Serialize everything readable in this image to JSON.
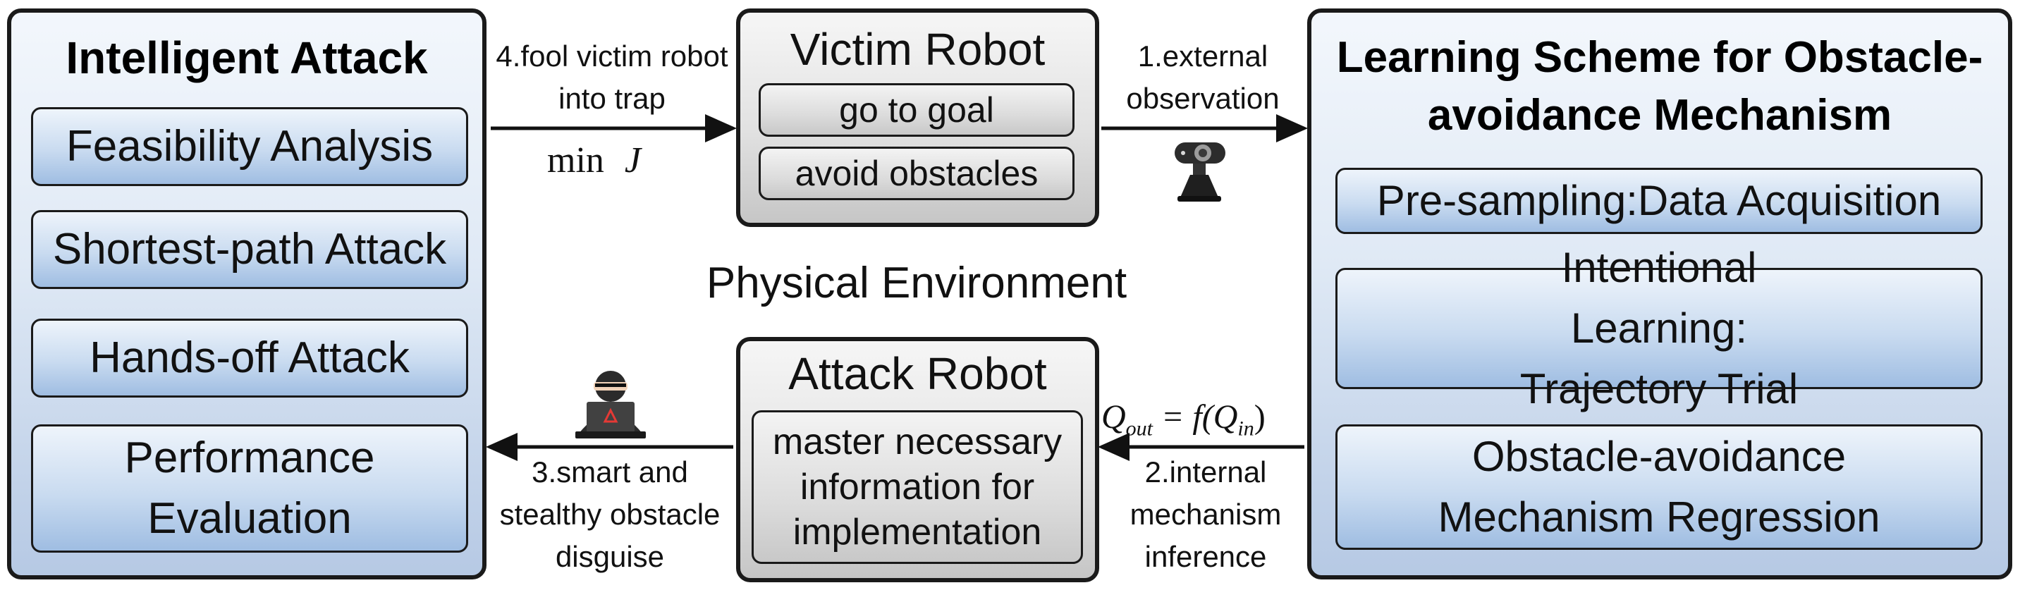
{
  "left_panel": {
    "title": "Intelligent Attack",
    "items": [
      "Feasibility Analysis",
      "Shortest-path Attack",
      "Hands-off Attack",
      "Performance Evaluation"
    ]
  },
  "victim": {
    "title": "Victim Robot",
    "items": [
      "go to goal",
      "avoid obstacles"
    ]
  },
  "environment_label": "Physical Environment",
  "attack_robot": {
    "title": "Attack Robot",
    "item": "master necessary information for implementation"
  },
  "right_panel": {
    "title_line1": "Learning Scheme for Obstacle-",
    "title_line2": "avoidance Mechanism",
    "items": [
      "Pre-sampling:Data Acquisition",
      "Intentional Learning: Trajectory Trial",
      "Obstacle-avoidance Mechanism Regression"
    ]
  },
  "arrows": {
    "a1": "1.external observation",
    "a2": "2.internal mechanism inference",
    "a3": "3.smart and stealthy obstacle disguise",
    "a4": "4.fool victim robot into trap"
  },
  "math": {
    "objective_min": "min",
    "objective_var": "J",
    "eq_lhs_main": "Q",
    "eq_lhs_sub": "out",
    "eq_mid": "= f(Q",
    "eq_rhs_sub": "in",
    "eq_close": ")"
  },
  "icons": {
    "webcam": "webcam-icon",
    "hacker": "hacker-icon"
  }
}
